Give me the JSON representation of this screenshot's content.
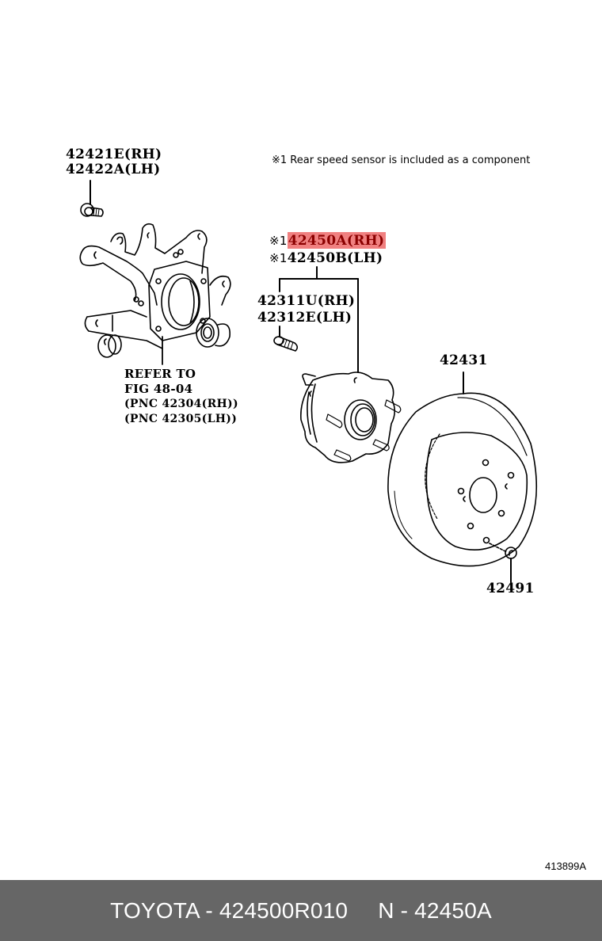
{
  "diagram": {
    "note": "※1 Rear speed sensor is included as a component",
    "labels": {
      "bolt_knuckle_rh": "42421E(RH)",
      "bolt_knuckle_lh": "42422A(LH)",
      "hub_rh": "42450A(RH)",
      "hub_lh": "42450B(LH)",
      "hub_mark": "※1",
      "bolt_hub_rh": "42311U(RH)",
      "bolt_hub_lh": "42312E(LH)",
      "refer_line1": "REFER TO",
      "refer_line2": "FIG 48-04",
      "refer_line3": "(PNC 42304(RH))",
      "refer_line4": "(PNC 42305(LH))",
      "disc": "42431",
      "screw": "42491"
    },
    "highlight_color": "#f08080",
    "highlight_text_color": "#8b0000",
    "illustration_number": "413899A"
  },
  "footer": {
    "brand_part": "TOYOTA - 424500R010",
    "pnc": "N - 42450A",
    "background": "#666666"
  }
}
